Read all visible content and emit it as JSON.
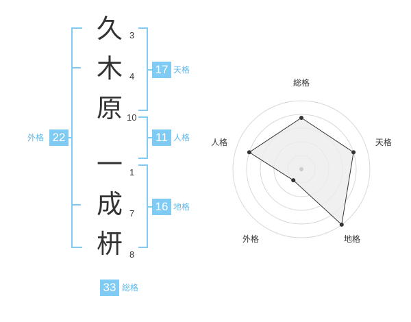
{
  "name": {
    "characters": [
      {
        "char": "久",
        "strokes": "3"
      },
      {
        "char": "木",
        "strokes": "4"
      },
      {
        "char": "原",
        "strokes": "10"
      },
      {
        "char": "一",
        "strokes": "1"
      },
      {
        "char": "成",
        "strokes": "7"
      },
      {
        "char": "枅",
        "strokes": "8"
      }
    ]
  },
  "fortunes": {
    "tenkaku": {
      "value": "17",
      "label": "天格"
    },
    "jinkaku": {
      "value": "11",
      "label": "人格"
    },
    "chikaku": {
      "value": "16",
      "label": "地格"
    },
    "gaikaku": {
      "value": "22",
      "label": "外格"
    },
    "soukaku": {
      "value": "33",
      "label": "総格"
    }
  },
  "chart_data": {
    "type": "radar",
    "axes": [
      "総格",
      "天格",
      "地格",
      "外格",
      "人格"
    ],
    "values": [
      0.75,
      0.8,
      1.0,
      0.2,
      0.8
    ],
    "range": [
      0,
      1
    ],
    "rings": 5,
    "colors": {
      "fill": "#ececec",
      "line": "#333333",
      "ring": "#d8d8d8",
      "center": "#cccccc"
    }
  }
}
